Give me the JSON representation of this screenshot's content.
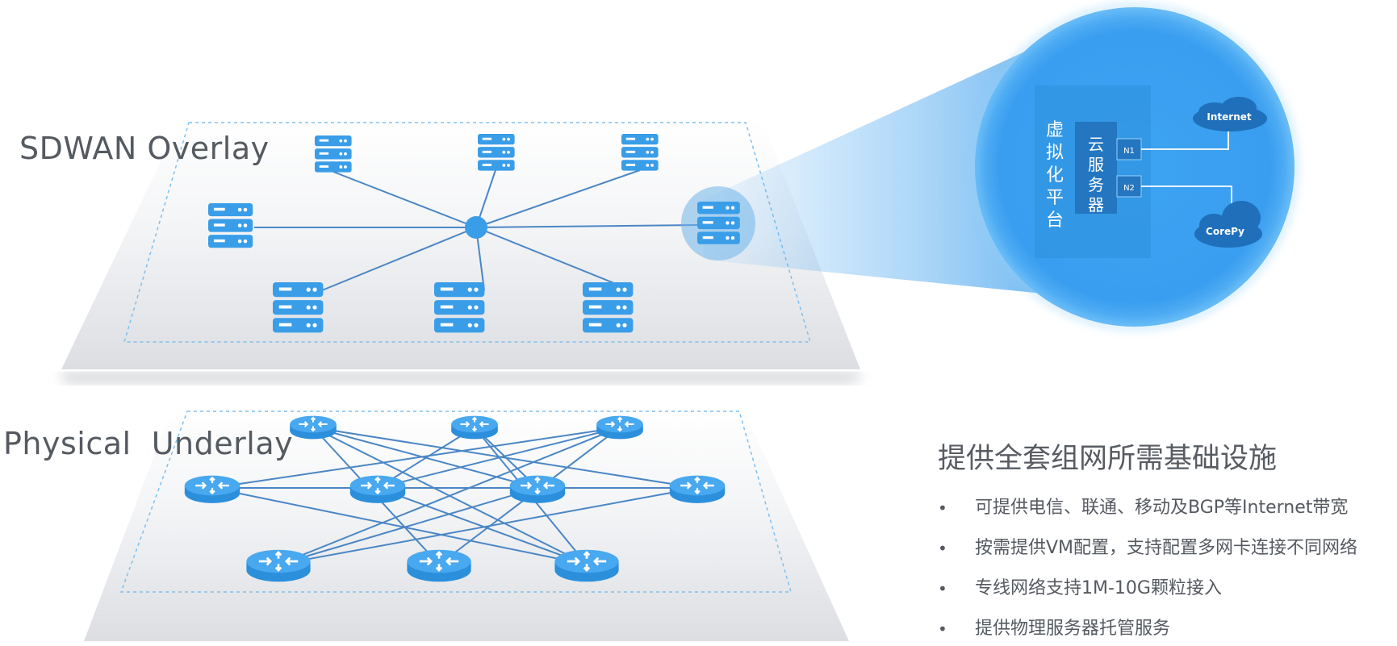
{
  "layers": {
    "overlay": {
      "label": "SDWAN Overlay"
    },
    "underlay": {
      "label": "Physical  Underlay"
    }
  },
  "zoom": {
    "platform_label": "虚\n拟\n化\n平\n台",
    "server_label": "云\n服\n务\n器",
    "nic1_label": "N1",
    "nic2_label": "N2",
    "cloud_internet": "Internet",
    "cloud_corepy": "CorePy"
  },
  "info": {
    "title": "提供全套组网所需基础设施",
    "bullet_symbol": "•",
    "items": [
      "可提供电信、联通、移动及BGP等Internet带宽",
      "按需提供VM配置，支持配置多网卡连接不同网络",
      "专线网络支持1M-10G颗粒接入",
      "提供物理服务器托管服务"
    ]
  },
  "icons": {
    "server": "server-rack-icon",
    "router": "router-icon",
    "hub": "hub-node-icon",
    "cloud": "cloud-icon"
  },
  "colors": {
    "accent_blue": "#3a9de8",
    "link_blue": "#4a86c5",
    "zoom_blue": "#3fa3f0",
    "text_gray": "#555a60"
  }
}
